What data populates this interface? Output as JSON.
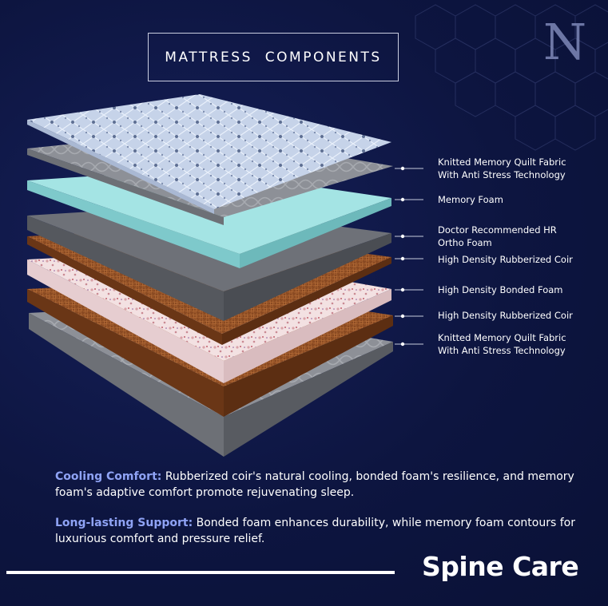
{
  "header": {
    "title": "MATTRESS   COMPONENTS"
  },
  "logo": {
    "letter": "N"
  },
  "layers": [
    {
      "label": "Knitted Memory Quilt Fabric\nWith Anti Stress Technology",
      "material": "quilt-fabric-top",
      "color": "#c9d6ea"
    },
    {
      "label": "Memory Foam",
      "material": "memory-foam",
      "color": "#9fe0e0"
    },
    {
      "label": "Doctor Recommended HR\nOrtho Foam",
      "material": "hr-ortho-foam",
      "color": "#6b6e75"
    },
    {
      "label": "High Density Rubberized Coir",
      "material": "rubberized-coir",
      "color": "#8a4a22"
    },
    {
      "label": "High Density Bonded Foam",
      "material": "bonded-foam",
      "color": "#f2dcdc"
    },
    {
      "label": "High Density Rubberized Coir",
      "material": "rubberized-coir",
      "color": "#8a4a22"
    },
    {
      "label": "Knitted Memory Quilt Fabric\nWith Anti Stress Technology",
      "material": "quilt-fabric-bottom",
      "color": "#8d8f94"
    }
  ],
  "description": {
    "cooling": {
      "heading": "Cooling Comfort:",
      "text": "Rubberized coir's natural cooling, bonded foam's resilience, and memory foam's adaptive comfort promote rejuvenating sleep."
    },
    "support": {
      "heading": "Long-lasting Support:",
      "text": "Bonded foam enhances durability, while memory foam contours for luxurious comfort and pressure relief."
    }
  },
  "footer": {
    "brand": "Spine Care"
  },
  "colors": {
    "background": "#0d1540",
    "accent_heading": "#8fa3f5",
    "text": "#ffffff"
  }
}
